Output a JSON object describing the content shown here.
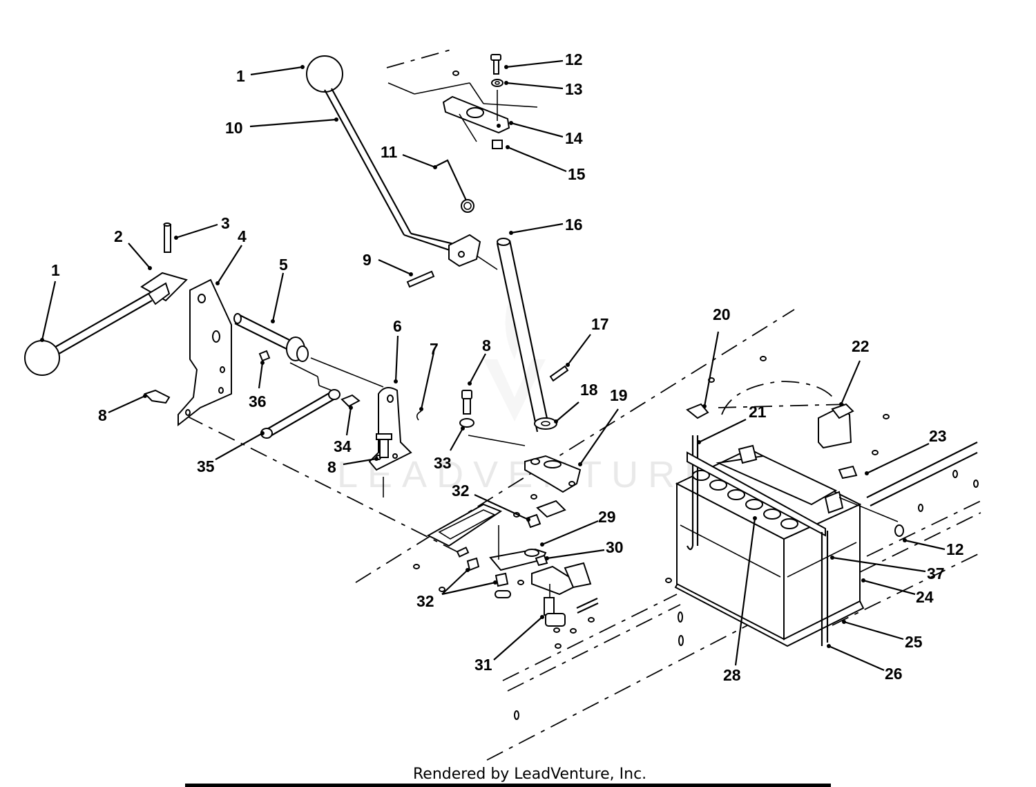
{
  "credit": "Rendered by LeadVenture, Inc.",
  "watermark": "LEADVENTURE",
  "callouts": [
    "1",
    "10",
    "11",
    "12",
    "13",
    "14",
    "15",
    "16",
    "9",
    "3",
    "2",
    "4",
    "5",
    "1",
    "6",
    "7",
    "8",
    "17",
    "20",
    "22",
    "18",
    "19",
    "21",
    "23",
    "8",
    "36",
    "34",
    "33",
    "35",
    "8",
    "32",
    "29",
    "30",
    "32",
    "12",
    "37",
    "24",
    "25",
    "26",
    "28",
    "31"
  ]
}
